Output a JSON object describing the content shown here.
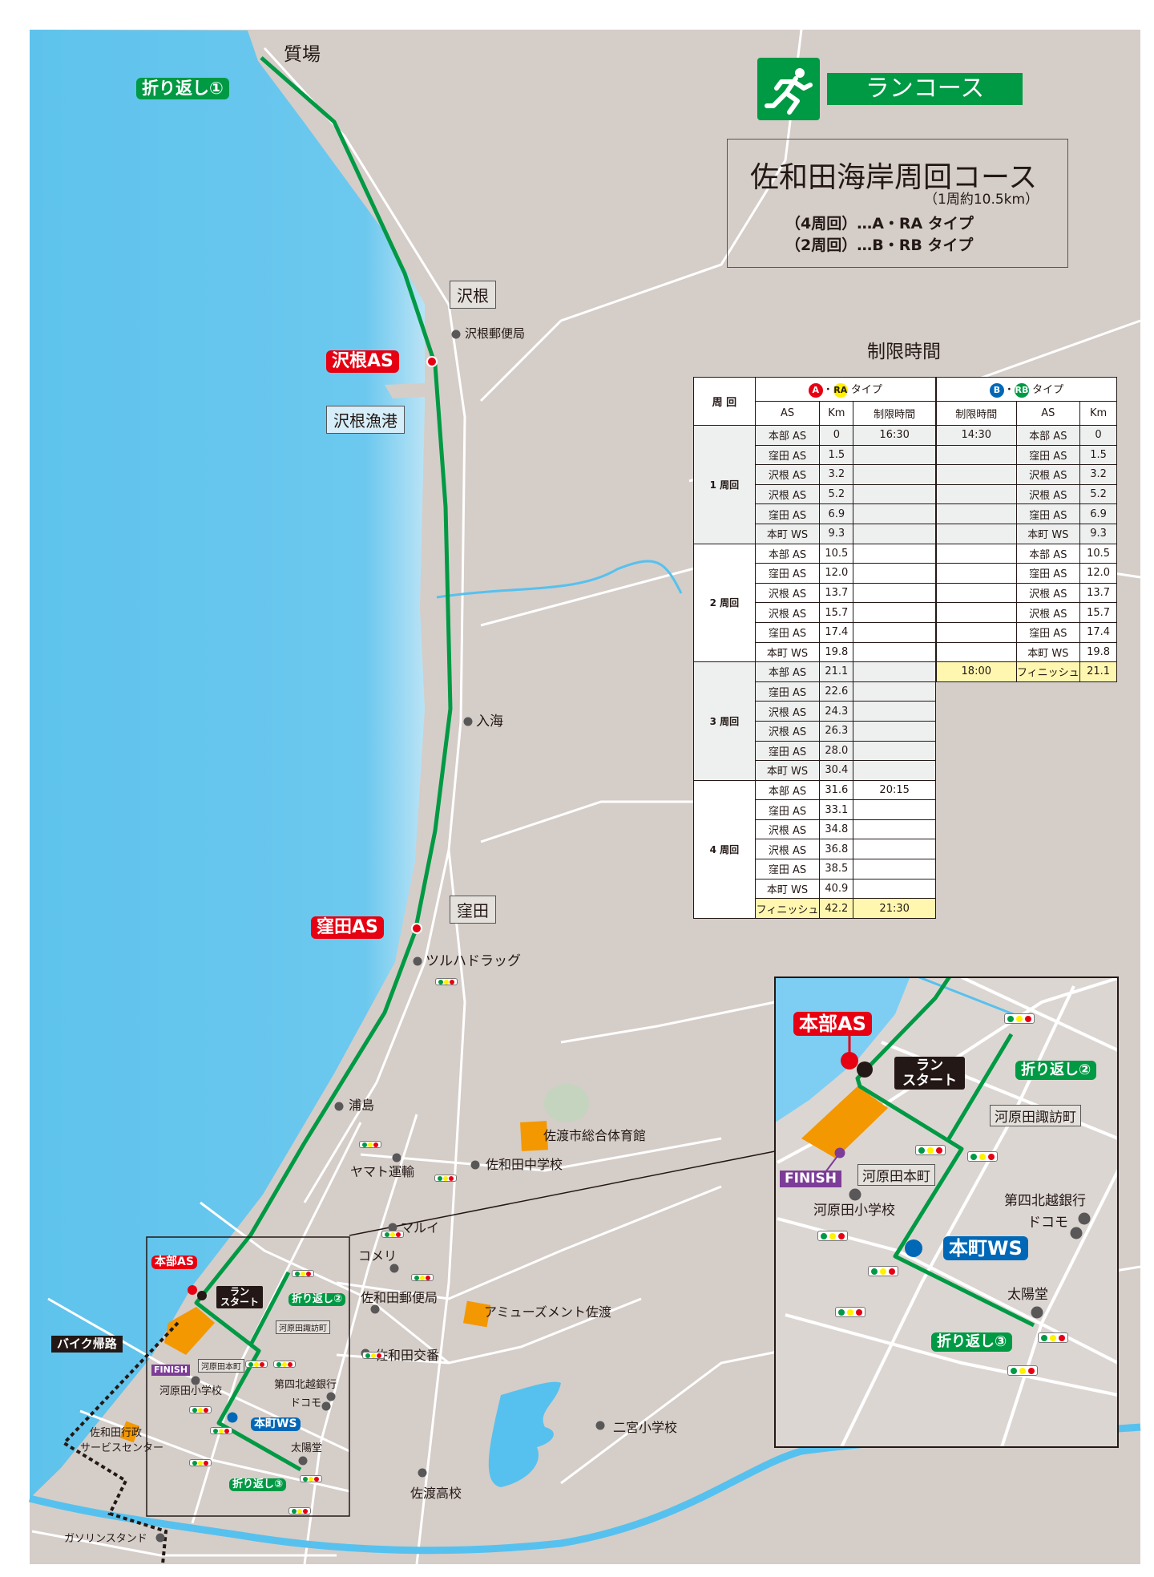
{
  "header": {
    "section_label": "ランコース",
    "runner_icon": "runner-icon",
    "brand_green": "#009944"
  },
  "course": {
    "title": "佐和田海岸周回コース",
    "subtitle": "（1周約10.5km）",
    "line1": "（4周回）…A・RA タイプ",
    "line2": "（2周回）…B・RB タイプ"
  },
  "time_limit_heading": "制限時間",
  "table": {
    "lap_header": "周 回",
    "a_type": {
      "badge1": "A",
      "badge2": "RA",
      "label": "タイプ"
    },
    "b_type": {
      "badge1": "B",
      "badge2": "RB",
      "label": "タイプ"
    },
    "col_as": "AS",
    "col_km": "Km",
    "col_time": "制限時間",
    "laps": [
      {
        "label": "1 周回",
        "rows": [
          [
            "本部 AS",
            "0",
            "16:30"
          ],
          [
            "窪田 AS",
            "1.5",
            ""
          ],
          [
            "沢根 AS",
            "3.2",
            ""
          ],
          [
            "沢根 AS",
            "5.2",
            ""
          ],
          [
            "窪田 AS",
            "6.9",
            ""
          ],
          [
            "本町 WS",
            "9.3",
            ""
          ]
        ]
      },
      {
        "label": "2 周回",
        "rows": [
          [
            "本部 AS",
            "10.5",
            ""
          ],
          [
            "窪田 AS",
            "12.0",
            ""
          ],
          [
            "沢根 AS",
            "13.7",
            ""
          ],
          [
            "沢根 AS",
            "15.7",
            ""
          ],
          [
            "窪田 AS",
            "17.4",
            ""
          ],
          [
            "本町 WS",
            "19.8",
            ""
          ]
        ]
      },
      {
        "label": "3 周回",
        "rows": [
          [
            "本部 AS",
            "21.1",
            ""
          ],
          [
            "窪田 AS",
            "22.6",
            ""
          ],
          [
            "沢根 AS",
            "24.3",
            ""
          ],
          [
            "沢根 AS",
            "26.3",
            ""
          ],
          [
            "窪田 AS",
            "28.0",
            ""
          ],
          [
            "本町 WS",
            "30.4",
            ""
          ]
        ]
      },
      {
        "label": "4 周回",
        "rows": [
          [
            "本部 AS",
            "31.6",
            "20:15"
          ],
          [
            "窪田 AS",
            "33.1",
            ""
          ],
          [
            "沢根 AS",
            "34.8",
            ""
          ],
          [
            "沢根 AS",
            "36.8",
            ""
          ],
          [
            "窪田 AS",
            "38.5",
            ""
          ],
          [
            "本町 WS",
            "40.9",
            ""
          ],
          [
            "フィニッシュ",
            "42.2",
            "21:30"
          ]
        ]
      }
    ],
    "b_rows": [
      [
        "14:30",
        "本部 AS",
        "0"
      ],
      [
        "",
        "窪田 AS",
        "1.5"
      ],
      [
        "",
        "沢根 AS",
        "3.2"
      ],
      [
        "",
        "沢根 AS",
        "5.2"
      ],
      [
        "",
        "窪田 AS",
        "6.9"
      ],
      [
        "",
        "本町 WS",
        "9.3"
      ],
      [
        "",
        "本部 AS",
        "10.5"
      ],
      [
        "",
        "窪田 AS",
        "12.0"
      ],
      [
        "",
        "沢根 AS",
        "13.7"
      ],
      [
        "",
        "沢根 AS",
        "15.7"
      ],
      [
        "",
        "窪田 AS",
        "17.4"
      ],
      [
        "",
        "本町 WS",
        "19.8"
      ],
      [
        "18:00",
        "フィニッシュ",
        "21.1"
      ]
    ]
  },
  "map": {
    "turn1": "折り返し①",
    "shitsuba": "質場",
    "sawane_area": "沢根",
    "sawane_post": "沢根郵便局",
    "sawane_as": "沢根AS",
    "sawane_port": "沢根漁港",
    "iriumi": "入海",
    "kubota_area": "窪田",
    "kubota_as": "窪田AS",
    "tsuruha": "ツルハドラッグ",
    "urashima": "浦島",
    "yamato": "ヤマト運輸",
    "gym": "佐渡市総合体育館",
    "jhs": "佐和田中学校",
    "marui": "マルイ",
    "komeri": "コメリ",
    "post": "佐和田郵便局",
    "amusement": "アミューズメント佐渡",
    "koban": "佐和田交番",
    "ninomiya": "二宮小学校",
    "sado_hs": "佐渡高校",
    "bike_return": "バイク帰路",
    "service_center_1": "佐和田行政",
    "service_center_2": "サービスセンター",
    "gas": "ガソリンスタンド",
    "honbu_as": "本部AS",
    "run_start_1": "ラン",
    "run_start_2": "スタート",
    "turn2": "折り返し②",
    "suwa": "河原田諏訪町",
    "finish": "FINISH",
    "honmachi": "河原田本町",
    "elem": "河原田小学校",
    "bank": "第四北越銀行",
    "docomo": "ドコモ",
    "honmachi_ws": "本町WS",
    "taiyodo": "太陽堂",
    "turn3": "折り返し③"
  }
}
